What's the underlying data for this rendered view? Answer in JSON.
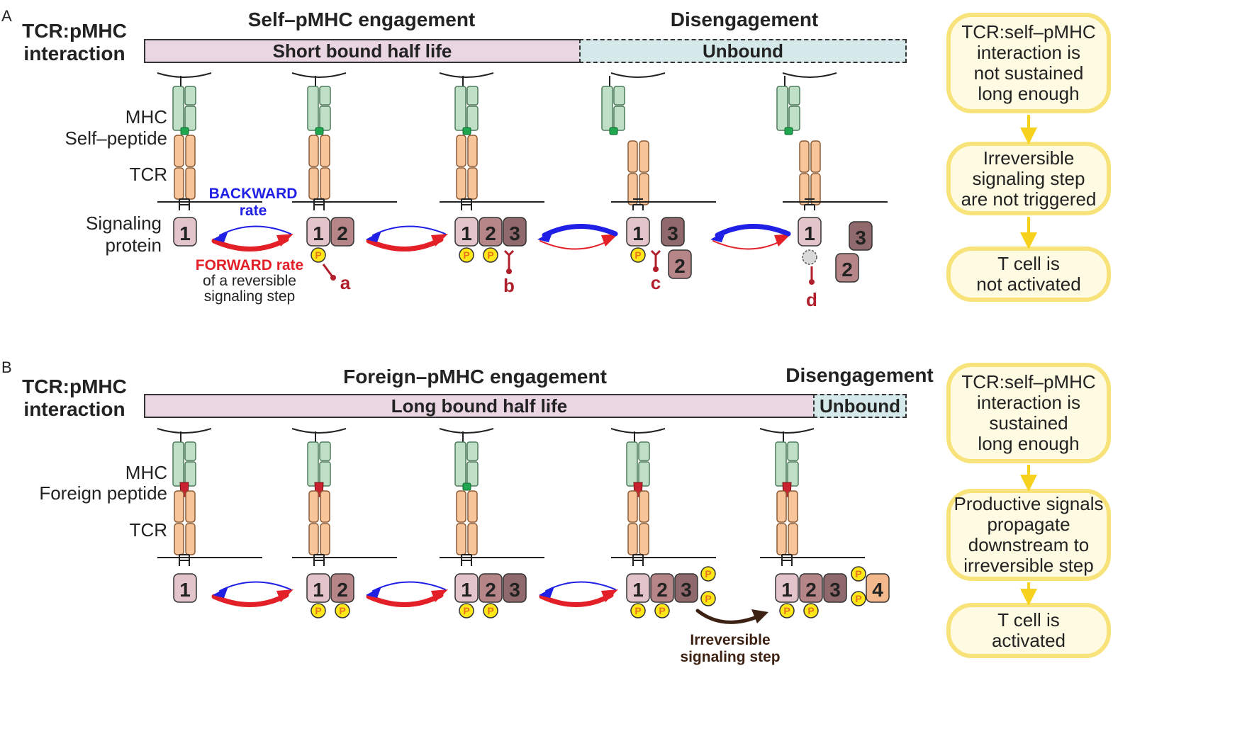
{
  "panel_a": {
    "letter": "A",
    "interaction_label": "TCR:pMHC\ninteraction",
    "engagement_heading": "Self–pMHC engagement",
    "disengagement_heading": "Disengagement",
    "bound_bar": "Short bound half life",
    "unbound_bar": "Unbound",
    "mhc_label": "MHC",
    "peptide_label": "Self–peptide",
    "tcr_label": "TCR",
    "signaling_label": "Signaling\nprotein",
    "backward_label": "BACKWARD\nrate",
    "forward_label_bold": "FORWARD rate",
    "forward_label_rest": "of a reversible\nsignaling step",
    "markers": [
      "a",
      "b",
      "c",
      "d"
    ],
    "flow": [
      "TCR:self–pMHC\ninteraction is\nnot sustained\nlong enough",
      "Irreversible\nsignaling step\nare not triggered",
      "T cell is\nnot activated"
    ]
  },
  "panel_b": {
    "letter": "B",
    "interaction_label": "TCR:pMHC\ninteraction",
    "engagement_heading": "Foreign–pMHC engagement",
    "disengagement_heading": "Disengagement",
    "bound_bar": "Long bound half life",
    "unbound_bar": "Unbound",
    "mhc_label": "MHC",
    "peptide_label": "Foreign peptide",
    "tcr_label": "TCR",
    "irreversible_label": "Irreversible\nsignaling step",
    "flow": [
      "TCR:self–pMHC\ninteraction is\nsustained\nlong enough",
      "Productive signals\npropagate\ndownstream to\nirreversible step",
      "T cell is\nactivated"
    ]
  },
  "protein_numbers": [
    "1",
    "2",
    "3",
    "4"
  ],
  "phospho_symbol": "P",
  "colors": {
    "mhc_fill": "#bfe0c6",
    "mhc_stroke": "#4d7a5a",
    "tcr_fill": "#f8c49a",
    "tcr_stroke": "#8a5a35",
    "self_peptide": "#1fa64f",
    "foreign_peptide": "#c8212f",
    "protein1": "#e3c4cb",
    "protein2": "#b58587",
    "protein3": "#8f696c",
    "protein4": "#f3b98c",
    "phospho": "#ffe81a",
    "phospho_text": "#e8731d",
    "forward": "#e32028",
    "backward": "#1f1fe6",
    "irreversible": "#3d2214",
    "marker": "#b0202c",
    "flow_border": "#f8e27a",
    "flow_fill": "#fffbe2",
    "flow_arrow": "#f6d21e"
  }
}
